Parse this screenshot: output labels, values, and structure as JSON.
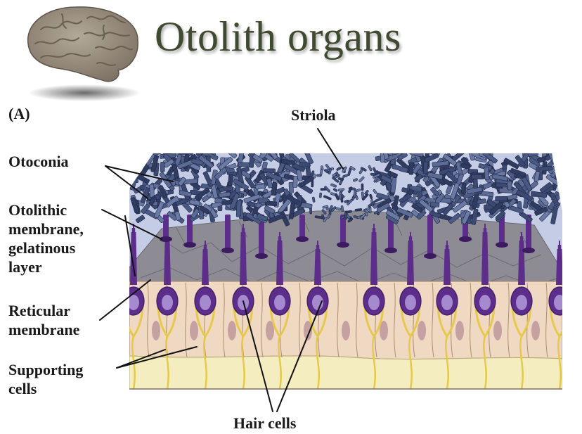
{
  "title": "Otolith organs",
  "panel_label": "(A)",
  "labels": {
    "striola": "Striola",
    "otoconia": "Otoconia",
    "otolithic_membrane": [
      "Otolithic",
      "membrane,",
      "gelatinous",
      "layer"
    ],
    "reticular_membrane": [
      "Reticular",
      "membrane"
    ],
    "supporting_cells": [
      "Supporting",
      "cells"
    ],
    "hair_cells": "Hair cells"
  },
  "colors": {
    "title": "#3f4a30",
    "otoconia": "#4a5a85",
    "gelatinous_layer": "#8d8c95",
    "hair_cell": "#5c2d8a",
    "supporting_cells": "#f0d9c2",
    "base_layer": "#f3edc0",
    "nerve_fiber": "#e6c94a"
  }
}
